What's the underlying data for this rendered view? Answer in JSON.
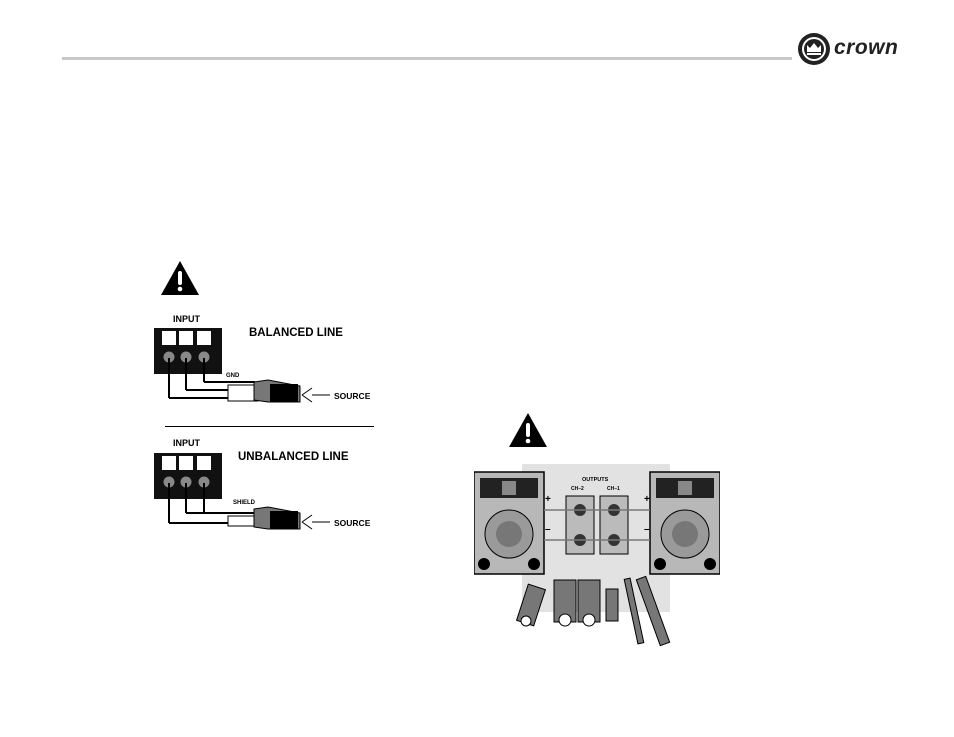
{
  "header": {
    "brand": "crown"
  },
  "balanced": {
    "input_label": "INPUT",
    "title": "BALANCED LINE",
    "gnd_label": "GND",
    "source_label": "SOURCE",
    "terminals": [
      "+",
      "–",
      "⊥"
    ]
  },
  "unbalanced": {
    "input_label": "INPUT",
    "title": "UNBALANCED LINE",
    "shield_label": "SHIELD",
    "source_label": "SOURCE",
    "terminals": [
      "+",
      "–",
      "⊥"
    ]
  },
  "outputs": {
    "title": "OUTPUTS",
    "ch2": "CH–2",
    "ch1": "CH–1",
    "plus": "+",
    "minus": "–"
  },
  "icons": {
    "warning": "warning-triangle-icon",
    "logo": "crown-logo-icon"
  }
}
